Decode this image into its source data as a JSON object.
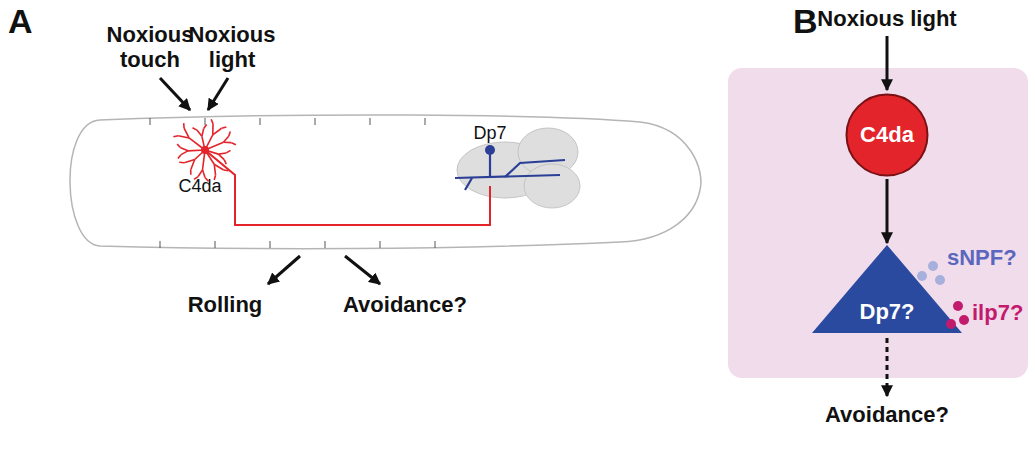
{
  "diagram": {
    "nodes": [
      {
        "text": [
          "C4da"
        ]
      },
      {
        "text": [
          "Dp7?"
        ]
      }
    ],
    "edges": [
      {
        "from": 0,
        "to": 1,
        "arrow": "to"
      }
    ],
    "labels": [
      "A",
      "Noxious touch",
      "Noxious light",
      "C4da",
      "Dp7",
      "Rolling",
      "Avoidance?",
      "B",
      "Noxious light",
      "sNPF?",
      "ilp7?",
      "Avoidance?"
    ]
  }
}
